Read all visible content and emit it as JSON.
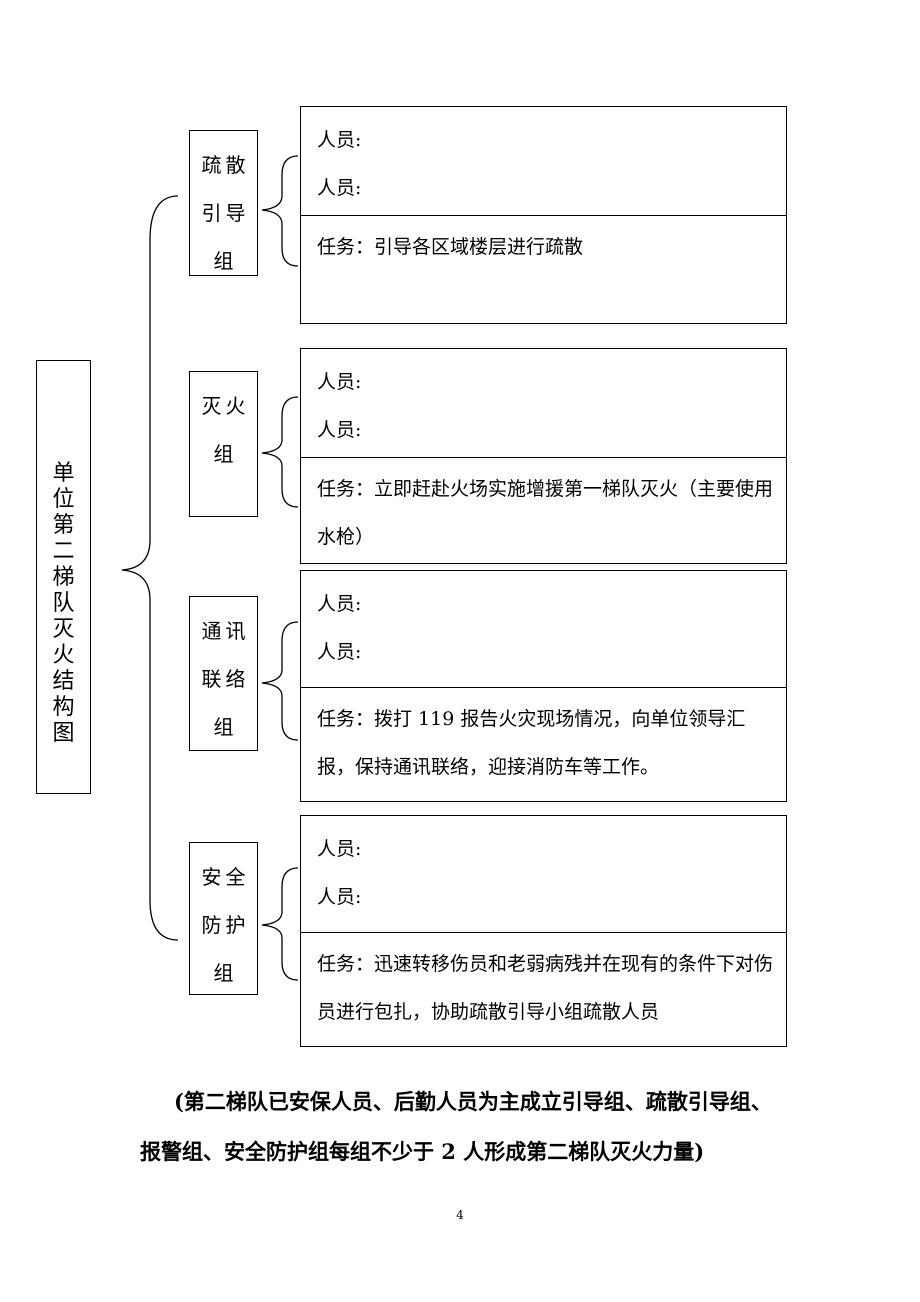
{
  "root": {
    "title": "单位第二梯队灭火结构图",
    "chars": [
      "单",
      "位",
      "第",
      "二",
      "梯",
      "队",
      "灭",
      "火",
      "结",
      "构",
      "图"
    ]
  },
  "groups": [
    {
      "name_lines": [
        "疏散",
        "引导",
        "组"
      ],
      "person1": "人员:",
      "person2": "人员:",
      "task": "任务：引导各区域楼层进行疏散"
    },
    {
      "name_lines": [
        "灭火",
        "组"
      ],
      "person1": "人员:",
      "person2": "人员:",
      "task": "任务：立即赶赴火场实施增援第一梯队灭火（主要使用水枪）"
    },
    {
      "name_lines": [
        "通讯",
        "联络",
        "组"
      ],
      "person1": "人员:",
      "person2": "人员:",
      "task": "任务：拨打 119 报告火灾现场情况，向单位领导汇报，保持通讯联络，迎接消防车等工作。"
    },
    {
      "name_lines": [
        "安全",
        "防护",
        "组"
      ],
      "person1": "人员:",
      "person2": "人员:",
      "task": "任务：迅速转移伤员和老弱病残并在现有的条件下对伤员进行包扎，协助疏散引导小组疏散人员"
    }
  ],
  "note": {
    "line1": "(第二梯队已安保人员、后勤人员为主成立引导组、疏散引导组、",
    "line2": "报警组、安全防护组每组不少于 2 人形成第二梯队灭火力量)"
  },
  "page_number": "4"
}
